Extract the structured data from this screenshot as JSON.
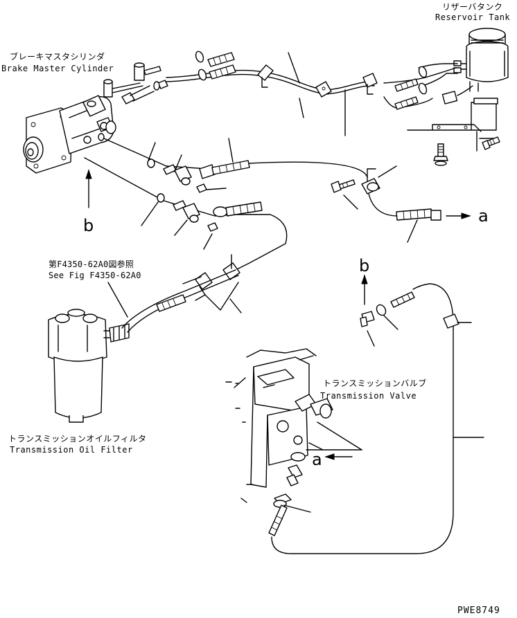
{
  "labels": {
    "reservoir_tank_jp": "リザーバタンク",
    "reservoir_tank_en": "Reservoir Tank",
    "brake_master_cylinder_jp": "ブレーキマスタシリンダ",
    "brake_master_cylinder_en": "Brake Master Cylinder",
    "see_fig_jp": "第F4350-62A0図参照",
    "see_fig_en": "See Fig F4350-62A0",
    "transmission_valve_jp": "トランスミッションバルブ",
    "transmission_valve_en": "Transmission Valve",
    "transmission_oil_filter_jp": "トランスミッションオイルフィルタ",
    "transmission_oil_filter_en": "Transmission Oil Filter",
    "ref_a_right": "a",
    "ref_a_valve": "a",
    "ref_b_left": "b",
    "ref_b_right": "b",
    "drawing_code": "PWE8749"
  }
}
